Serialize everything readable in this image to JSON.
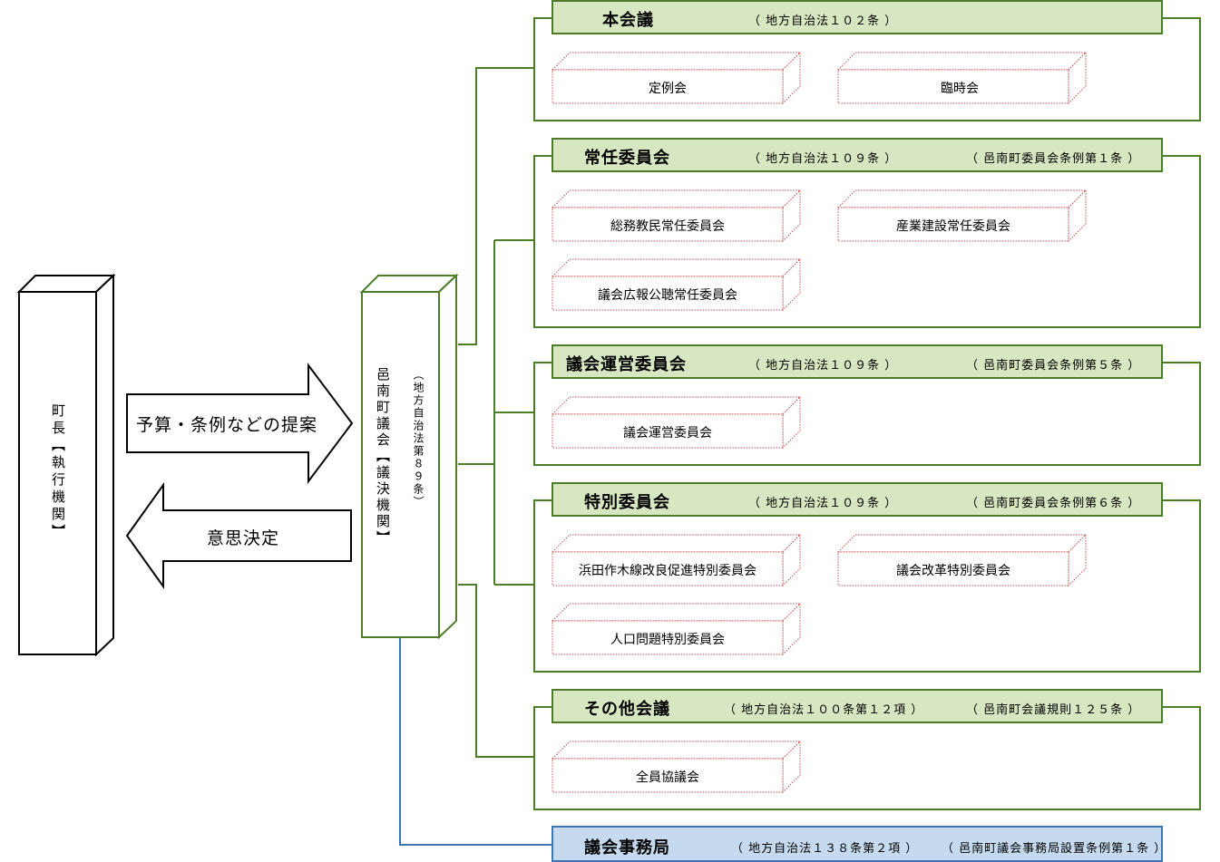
{
  "mayor": {
    "text": "町長【執行機関】"
  },
  "assembly": {
    "text": "邑南町議会【議決機関】",
    "law": "（地方自治法第８９条）"
  },
  "arrows": {
    "proposal": "予算・条例などの提案",
    "decision": "意思決定"
  },
  "sections": [
    {
      "title": "本会議",
      "law1": "（ 地方自治法１０２条 ）",
      "law2": "",
      "items": [
        "定例会",
        "臨時会"
      ]
    },
    {
      "title": "常任委員会",
      "law1": "（ 地方自治法１０９条 ）",
      "law2": "（ 邑南町委員会条例第１条 ）",
      "items": [
        "総務教民常任委員会",
        "産業建設常任委員会",
        "議会広報公聴常任委員会"
      ]
    },
    {
      "title": "議会運営委員会",
      "law1": "（ 地方自治法１０９条 ）",
      "law2": "（ 邑南町委員会条例第５条 ）",
      "items": [
        "議会運営委員会"
      ]
    },
    {
      "title": "特別委員会",
      "law1": "（ 地方自治法１０９条 ）",
      "law2": "（ 邑南町委員会条例第６条 ）",
      "items": [
        "浜田作木線改良促進特別委員会",
        "議会改革特別委員会",
        "人口問題特別委員会"
      ]
    },
    {
      "title": "その他会議",
      "law1": "（ 地方自治法１００条第１２項 ）",
      "law2": "（ 邑南町会議規則１２５条 ）",
      "items": [
        "全員協議会"
      ]
    }
  ],
  "secretariat": {
    "title": "議会事務局",
    "law1": "（ 地方自治法１３８条第２項 ）",
    "law2": "（ 邑南町議会事務局設置条例第１条 ）"
  },
  "colors": {
    "green_line": "#4e7d2a",
    "green_fill": "#d6e7c1",
    "blue_line": "#3f76b2",
    "blue_fill": "#c5daee"
  }
}
